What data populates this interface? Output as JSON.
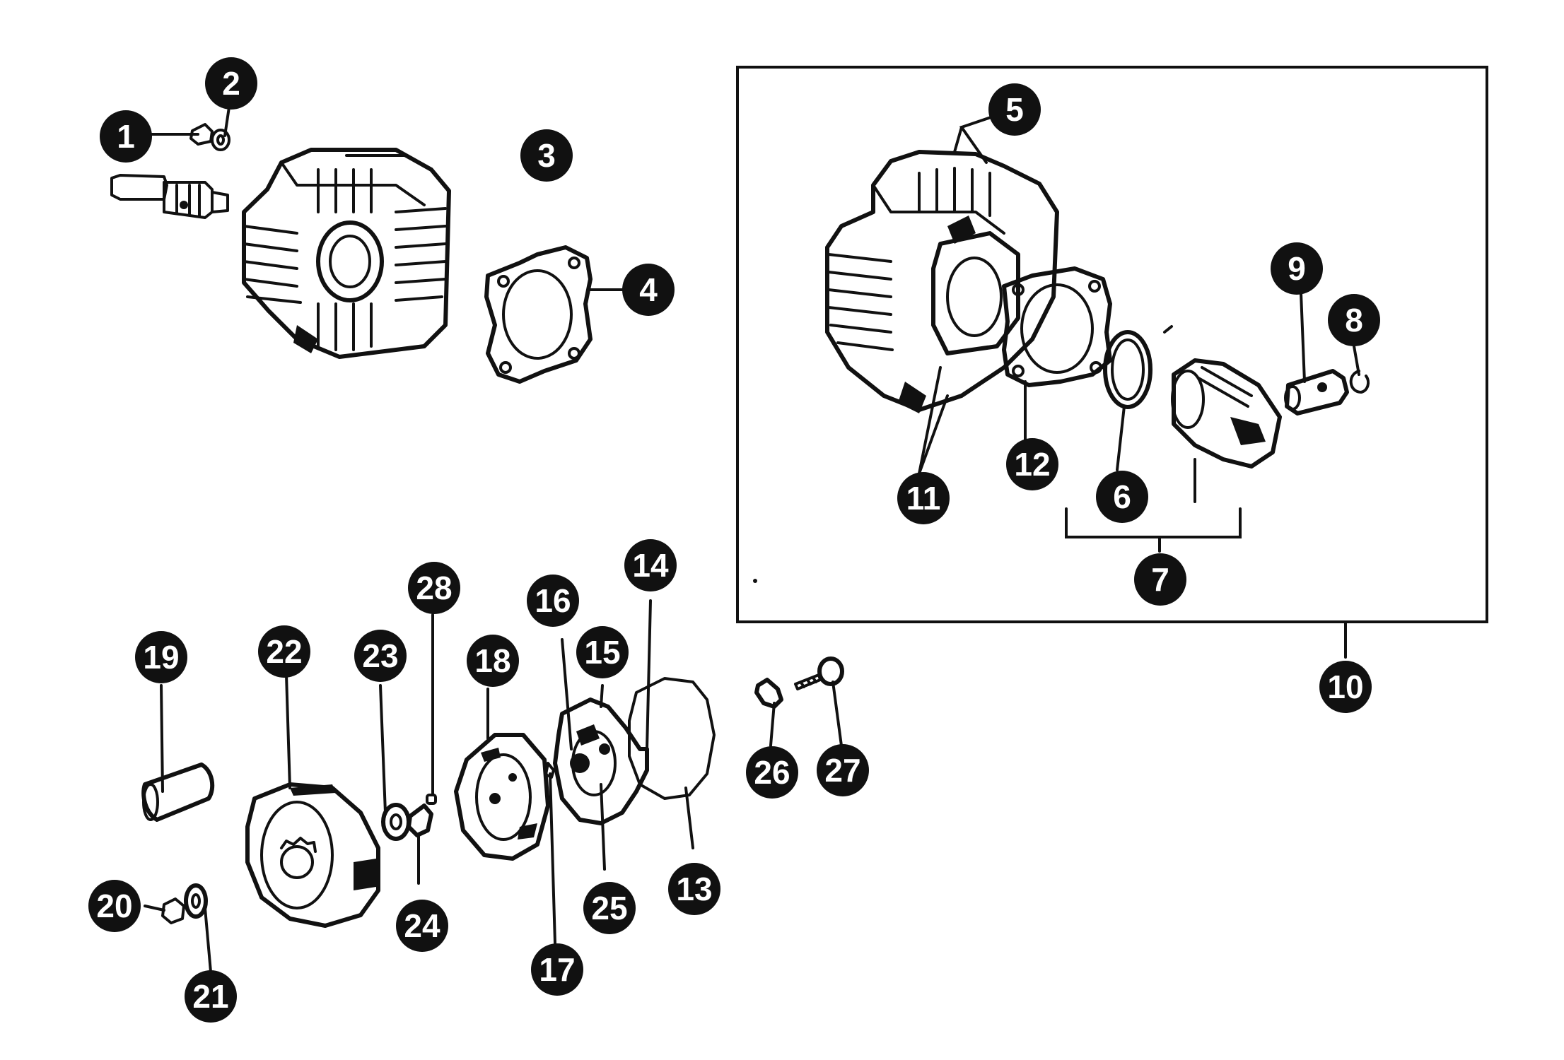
{
  "callouts": [
    {
      "id": "1",
      "label": "1"
    },
    {
      "id": "2",
      "label": "2"
    },
    {
      "id": "3",
      "label": "3"
    },
    {
      "id": "4",
      "label": "4"
    },
    {
      "id": "5",
      "label": "5"
    },
    {
      "id": "6",
      "label": "6"
    },
    {
      "id": "7",
      "label": "7"
    },
    {
      "id": "8",
      "label": "8"
    },
    {
      "id": "9",
      "label": "9"
    },
    {
      "id": "10",
      "label": "10"
    },
    {
      "id": "11",
      "label": "11"
    },
    {
      "id": "12",
      "label": "12"
    },
    {
      "id": "13",
      "label": "13"
    },
    {
      "id": "14",
      "label": "14"
    },
    {
      "id": "15",
      "label": "15"
    },
    {
      "id": "16",
      "label": "16"
    },
    {
      "id": "17",
      "label": "17"
    },
    {
      "id": "18",
      "label": "18"
    },
    {
      "id": "19",
      "label": "19"
    },
    {
      "id": "20",
      "label": "20"
    },
    {
      "id": "21",
      "label": "21"
    },
    {
      "id": "22",
      "label": "22"
    },
    {
      "id": "23",
      "label": "23"
    },
    {
      "id": "24",
      "label": "24"
    },
    {
      "id": "25",
      "label": "25"
    },
    {
      "id": "26",
      "label": "26"
    },
    {
      "id": "27",
      "label": "27"
    },
    {
      "id": "28",
      "label": "28"
    }
  ],
  "colors": {
    "ink": "#111111",
    "background": "#ffffff",
    "callout_text": "#ffffff"
  }
}
